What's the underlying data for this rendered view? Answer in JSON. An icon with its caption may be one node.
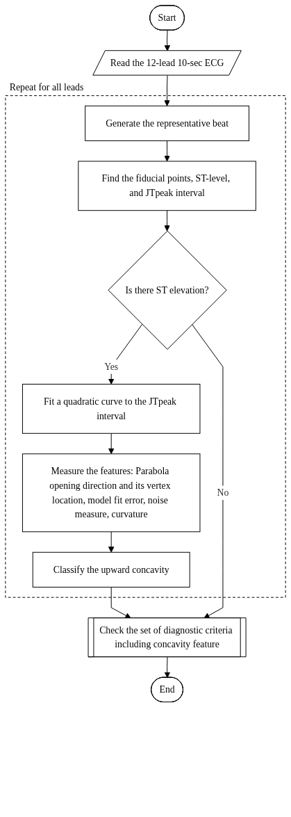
{
  "diagram": {
    "nodes": [
      {
        "text": [
          "Start"
        ]
      },
      {
        "text": [
          "Read the 12-lead 10-sec ECG"
        ]
      },
      {
        "text": [
          "Repeat for all leads"
        ]
      },
      {
        "text": [
          "Generate the representative beat"
        ],
        "in": 2
      },
      {
        "text": [
          "Find the fiducial points, ST-level, and JTpeak interval"
        ],
        "in": 2
      },
      {
        "text": [
          "Is there ST elevation?"
        ],
        "in": 2
      },
      {
        "text": [
          "Fit a quadratic curve to the JTpeak interval"
        ],
        "in": 2
      },
      {
        "text": [
          "Measure the features: Parabola opening direction and its vertex location, model fit error, noise measure, curvature"
        ],
        "in": 2
      },
      {
        "text": [
          "Classify the upward concavity"
        ],
        "in": 2
      },
      {
        "text": [
          "Check the set of diagnostic criteria including concavity feature"
        ]
      },
      {
        "text": [
          "End"
        ]
      }
    ],
    "edges": [
      {
        "from": 0,
        "to": 1,
        "arrow": "to"
      },
      {
        "from": 1,
        "to": 3,
        "arrow": "to"
      },
      {
        "from": 3,
        "to": 4,
        "arrow": "to"
      },
      {
        "from": 4,
        "to": 5,
        "arrow": "to"
      },
      {
        "from": 5,
        "to": 6,
        "label": "Yes",
        "arrow": "to"
      },
      {
        "from": 6,
        "to": 7,
        "arrow": "to"
      },
      {
        "from": 7,
        "to": 8,
        "arrow": "to"
      },
      {
        "from": 8,
        "to": 9,
        "arrow": "to"
      },
      {
        "from": 5,
        "to": 9,
        "label": "No",
        "arrow": "to"
      },
      {
        "from": 9,
        "to": 10,
        "arrow": "to"
      }
    ]
  }
}
